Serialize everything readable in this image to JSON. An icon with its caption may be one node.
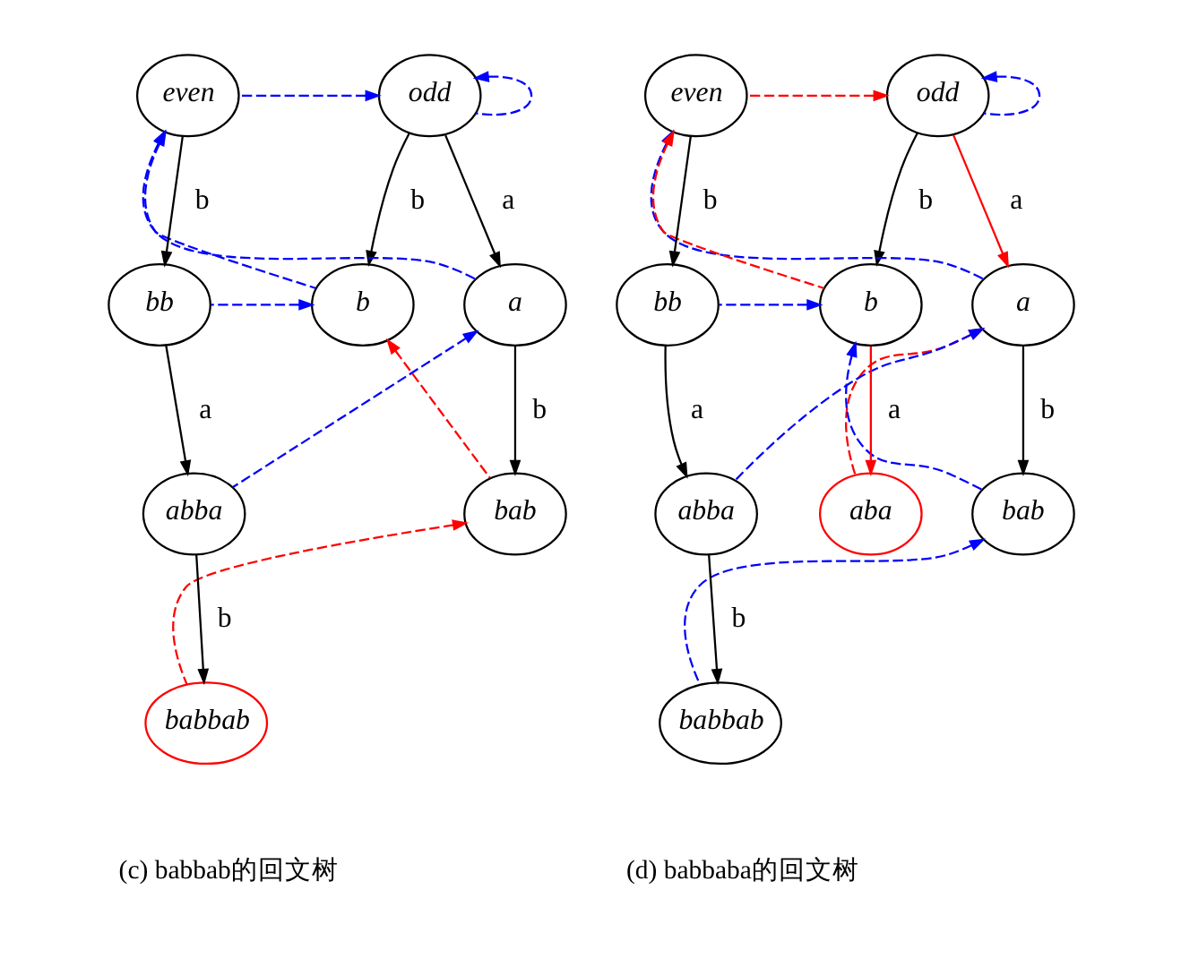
{
  "diagram": {
    "nodes": [
      {
        "text": [
          "odd"
        ]
      },
      {
        "text": [
          "even"
        ]
      },
      {
        "text": [
          "a"
        ]
      },
      {
        "text": [
          "b"
        ]
      },
      {
        "text": [
          "bb"
        ]
      },
      {
        "text": [
          "bab"
        ]
      },
      {
        "text": [
          "abba"
        ]
      },
      {
        "text": [
          "babbab"
        ]
      },
      {
        "text": [
          "odd"
        ]
      },
      {
        "text": [
          "even"
        ]
      },
      {
        "text": [
          "a"
        ]
      },
      {
        "text": [
          "b"
        ]
      },
      {
        "text": [
          "bb"
        ]
      },
      {
        "text": [
          "bab"
        ]
      },
      {
        "text": [
          "aba"
        ]
      },
      {
        "text": [
          "abba"
        ]
      },
      {
        "text": [
          "babbab"
        ]
      }
    ],
    "edges": [
      {
        "from": 0,
        "to": 0,
        "arrow": "to",
        "style": "dashed",
        "color": "#0000ff"
      },
      {
        "from": 1,
        "to": 0,
        "arrow": "to",
        "style": "dashed",
        "color": "#0000ff"
      },
      {
        "from": 0,
        "to": 2,
        "arrow": "to",
        "label": "a",
        "color": "#000000"
      },
      {
        "from": 0,
        "to": 3,
        "arrow": "to",
        "label": "b",
        "color": "#000000"
      },
      {
        "from": 1,
        "to": 4,
        "arrow": "to",
        "label": "b",
        "color": "#000000"
      },
      {
        "from": 2,
        "to": 1,
        "arrow": "to",
        "style": "dashed",
        "color": "#0000ff"
      },
      {
        "from": 3,
        "to": 1,
        "arrow": "to",
        "style": "dashed",
        "color": "#0000ff"
      },
      {
        "from": 4,
        "to": 3,
        "arrow": "to",
        "style": "dashed",
        "color": "#0000ff"
      },
      {
        "from": 2,
        "to": 5,
        "arrow": "to",
        "label": "b",
        "color": "#000000"
      },
      {
        "from": 5,
        "to": 3,
        "arrow": "to",
        "style": "dashed",
        "color": "#ff0000"
      },
      {
        "from": 6,
        "to": 2,
        "arrow": "to",
        "style": "dashed",
        "color": "#0000ff"
      },
      {
        "from": 4,
        "to": 6,
        "arrow": "to",
        "label": "a",
        "color": "#000000"
      },
      {
        "from": 6,
        "to": 7,
        "arrow": "to",
        "label": "b",
        "color": "#000000"
      },
      {
        "from": 7,
        "to": 5,
        "arrow": "to",
        "style": "dashed",
        "color": "#ff0000"
      },
      {
        "from": 8,
        "to": 8,
        "arrow": "to",
        "style": "dashed",
        "color": "#0000ff"
      },
      {
        "from": 9,
        "to": 8,
        "arrow": "to",
        "style": "dashed",
        "color": "#ff0000"
      },
      {
        "from": 8,
        "to": 10,
        "arrow": "to",
        "label": "a",
        "color": "#ff0000"
      },
      {
        "from": 8,
        "to": 11,
        "arrow": "to",
        "label": "b",
        "color": "#000000"
      },
      {
        "from": 9,
        "to": 12,
        "arrow": "to",
        "label": "b",
        "color": "#000000"
      },
      {
        "from": 10,
        "to": 9,
        "arrow": "to",
        "style": "dashed",
        "color": "#0000ff"
      },
      {
        "from": 11,
        "to": 9,
        "arrow": "to",
        "style": "dashed",
        "color": "#ff0000"
      },
      {
        "from": 12,
        "to": 11,
        "arrow": "to",
        "style": "dashed",
        "color": "#0000ff"
      },
      {
        "from": 10,
        "to": 13,
        "arrow": "to",
        "label": "b",
        "color": "#000000"
      },
      {
        "from": 13,
        "to": 11,
        "arrow": "to",
        "style": "dashed",
        "color": "#0000ff"
      },
      {
        "from": 11,
        "to": 14,
        "arrow": "to",
        "label": "a",
        "color": "#ff0000"
      },
      {
        "from": 14,
        "to": 10,
        "arrow": "to",
        "style": "dashed",
        "color": "#ff0000"
      },
      {
        "from": 15,
        "to": 10,
        "arrow": "to",
        "style": "dashed",
        "color": "#0000ff"
      },
      {
        "from": 12,
        "to": 15,
        "arrow": "to",
        "label": "a",
        "color": "#000000"
      },
      {
        "from": 15,
        "to": 16,
        "arrow": "to",
        "label": "b",
        "color": "#000000"
      },
      {
        "from": 16,
        "to": 13,
        "arrow": "to",
        "style": "dashed",
        "color": "#0000ff"
      }
    ],
    "labels": [
      "(c) babbab的回文树",
      "(d) babbaba的回文树"
    ]
  }
}
